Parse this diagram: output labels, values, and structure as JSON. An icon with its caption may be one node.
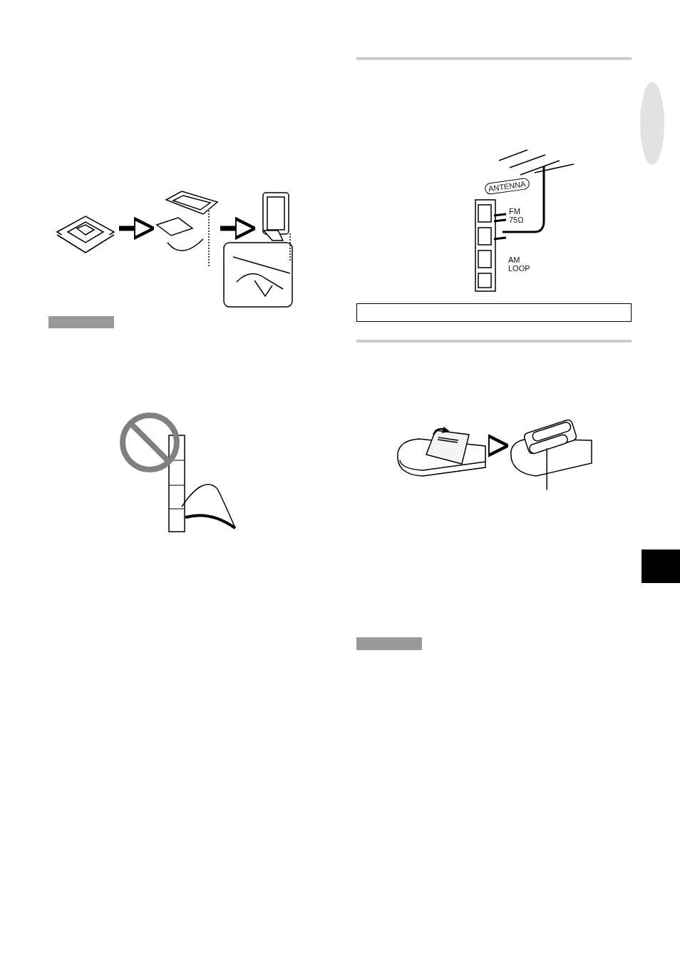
{
  "diagram": {
    "nodes": [
      {
        "text": [],
        "shape": "picture"
      },
      {
        "text": [],
        "shape": "picture"
      },
      {
        "text": [],
        "shape": "picture"
      },
      {
        "text": [],
        "shape": "picture"
      },
      {
        "text": [],
        "shape": "picture"
      },
      {
        "text": [],
        "shape": "ellipse"
      },
      {
        "text": [],
        "shape": "bar"
      },
      {
        "text": [],
        "shape": "box"
      },
      {
        "text": [],
        "shape": "box"
      },
      {
        "text": [],
        "shape": "bar"
      }
    ],
    "edges": [
      {
        "from": 0,
        "to": 1,
        "arrow": "to"
      },
      {
        "from": 1,
        "to": 2,
        "arrow": "to"
      },
      {
        "from": 3,
        "to": 4,
        "arrow": "to"
      },
      {
        "from": 4,
        "to": null,
        "arrow": "none"
      }
    ],
    "labels": [
      "ANTENNA",
      "FM 75Ω",
      "AM LOOP"
    ]
  }
}
